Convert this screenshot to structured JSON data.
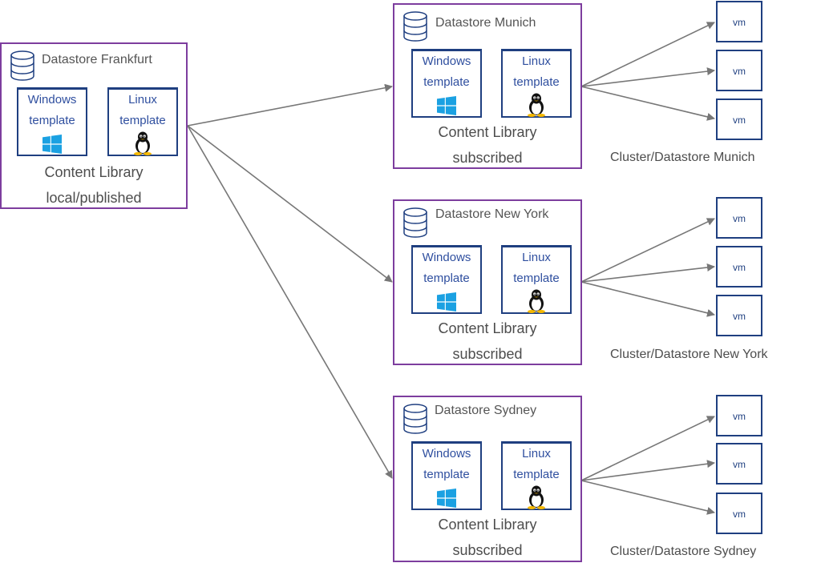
{
  "source": {
    "datastore": "Datastore Frankfurt",
    "windows": [
      "Windows",
      "template"
    ],
    "linux": [
      "Linux",
      "template"
    ],
    "library": [
      "Content Library",
      "local/published"
    ]
  },
  "sites": [
    {
      "datastore": "Datastore Munich",
      "windows": [
        "Windows",
        "template"
      ],
      "linux": [
        "Linux",
        "template"
      ],
      "library": [
        "Content Library",
        "subscribed"
      ],
      "vms": [
        "vm",
        "vm",
        "vm"
      ],
      "cluster": "Cluster/Datastore Munich"
    },
    {
      "datastore": "Datastore New York",
      "windows": [
        "Windows",
        "template"
      ],
      "linux": [
        "Linux",
        "template"
      ],
      "library": [
        "Content Library",
        "subscribed"
      ],
      "vms": [
        "vm",
        "vm",
        "vm"
      ],
      "cluster": "Cluster/Datastore New York"
    },
    {
      "datastore": "Datastore Sydney",
      "windows": [
        "Windows",
        "template"
      ],
      "linux": [
        "Linux",
        "template"
      ],
      "library": [
        "Content Library",
        "subscribed"
      ],
      "vms": [
        "vm",
        "vm",
        "vm"
      ],
      "cluster": "Cluster/Datastore Sydney"
    }
  ],
  "colors": {
    "library_border": "#7d3d9e",
    "template_border": "#1f3f80",
    "arrow": "#777777",
    "windows_logo": "#1ba1e2"
  }
}
